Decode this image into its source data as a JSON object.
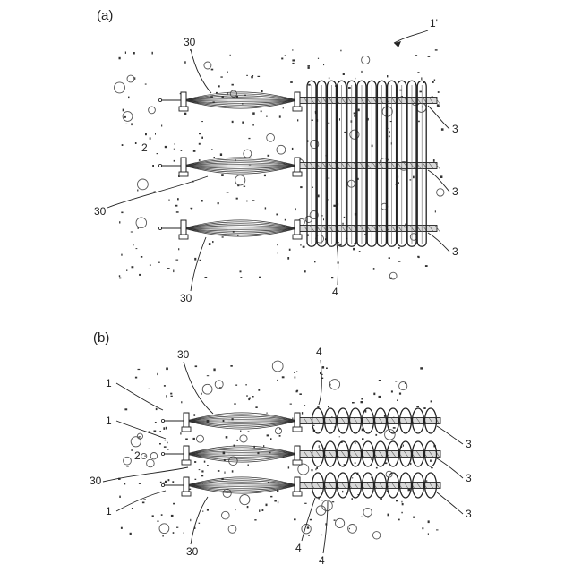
{
  "panels": [
    {
      "label": "(a)",
      "labels": {
        "ref_1": "1'",
        "ref_2": "2",
        "ref_3": "3",
        "ref_4": "4",
        "ref_30": "30"
      }
    },
    {
      "label": "(b)",
      "labels": {
        "ref_1": "1",
        "ref_2": "2",
        "ref_3": "3",
        "ref_4": "4",
        "ref_30": "30"
      }
    }
  ]
}
